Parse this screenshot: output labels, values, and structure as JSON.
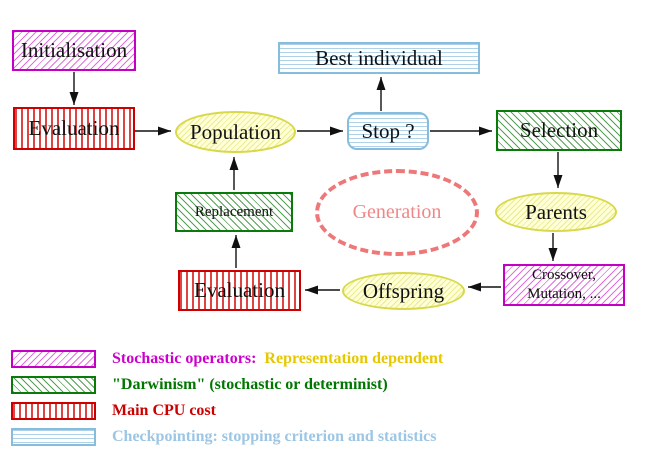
{
  "nodes": {
    "initialisation": "Initialisation",
    "evaluation_top": "Evaluation",
    "population": "Population",
    "best_individual": "Best individual",
    "stop": "Stop ?",
    "selection": "Selection",
    "replacement": "Replacement",
    "generation": "Generation",
    "parents": "Parents",
    "evaluation_bottom": "Evaluation",
    "offspring": "Offspring",
    "crossover_line1": "Crossover,",
    "crossover_line2": "Mutation, ..."
  },
  "legend": {
    "stochastic_label": "Stochastic operators:",
    "stochastic_note": "Representation dependent",
    "darwinism_label": "\"Darwinism\" (stochastic or determinist)",
    "cpu_label": "Main CPU cost",
    "checkpoint_label": "Checkpointing: stopping criterion and statistics"
  },
  "colors": {
    "magenta": "#cc00cc",
    "gold_text": "#e6c800",
    "green": "#007700",
    "red": "#cc0000",
    "light_blue": "#9cc6e4",
    "salmon": "#ee7878",
    "yellow_node_border": "#d8d84a",
    "arrow_black": "#111111"
  }
}
